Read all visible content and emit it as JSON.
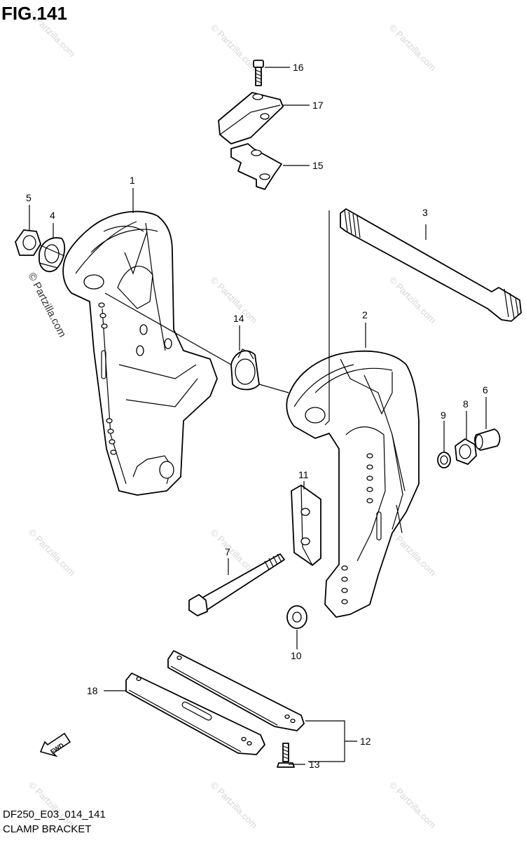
{
  "figure": {
    "title": "FIG.141",
    "code": "DF250_E03_014_141",
    "caption": "CLAMP BRACKET"
  },
  "watermark": {
    "text": "© Partzilla.com"
  },
  "callouts": [
    {
      "num": "16",
      "part": "bolt"
    },
    {
      "num": "17",
      "part": "cover"
    },
    {
      "num": "15",
      "part": "plate"
    },
    {
      "num": "1",
      "part": "clamp-bracket-left"
    },
    {
      "num": "5",
      "part": "nut"
    },
    {
      "num": "4",
      "part": "washer"
    },
    {
      "num": "3",
      "part": "shaft"
    },
    {
      "num": "2",
      "part": "clamp-bracket-right"
    },
    {
      "num": "14",
      "part": "bushing"
    },
    {
      "num": "6",
      "part": "collar"
    },
    {
      "num": "8",
      "part": "nut"
    },
    {
      "num": "9",
      "part": "washer"
    },
    {
      "num": "11",
      "part": "plate"
    },
    {
      "num": "7",
      "part": "bolt"
    },
    {
      "num": "10",
      "part": "washer"
    },
    {
      "num": "18",
      "part": "plate"
    },
    {
      "num": "12",
      "part": "plate"
    },
    {
      "num": "13",
      "part": "screw"
    }
  ],
  "fwd_label": "FWD"
}
